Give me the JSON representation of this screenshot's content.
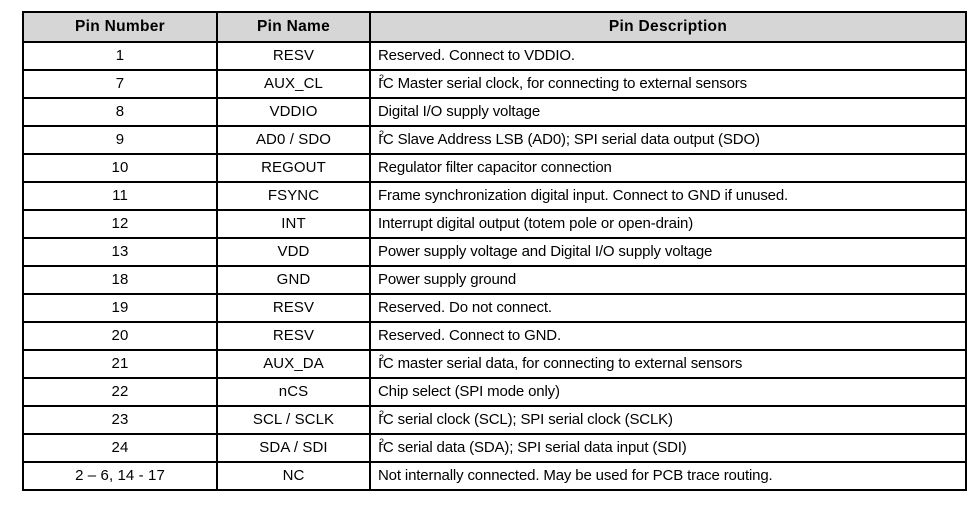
{
  "table": {
    "columns": [
      {
        "key": "number",
        "label": "Pin Number"
      },
      {
        "key": "name",
        "label": "Pin Name"
      },
      {
        "key": "description",
        "label": "Pin Description"
      }
    ],
    "header_background": "#d6d6d6",
    "border_color": "#000000",
    "rows": [
      {
        "number": "1",
        "name": "RESV",
        "description": "Reserved.  Connect to VDDIO.",
        "desc_pre": "",
        "desc_has_i2c": false,
        "desc_post": "Reserved.  Connect to VDDIO."
      },
      {
        "number": "7",
        "name": "AUX_CL",
        "description": "I2C Master serial clock, for connecting to external sensors",
        "desc_pre": "I",
        "desc_has_i2c": true,
        "desc_post": "C Master serial clock, for connecting to external sensors"
      },
      {
        "number": "8",
        "name": "VDDIO",
        "description": "Digital  I/O supply voltage",
        "desc_pre": "",
        "desc_has_i2c": false,
        "desc_post": "Digital  I/O supply voltage"
      },
      {
        "number": "9",
        "name": "AD0 / SDO",
        "description": "I2C Slave Address LSB (AD0); SPI serial data output (SDO)",
        "desc_pre": "I",
        "desc_has_i2c": true,
        "desc_post": "C Slave Address LSB (AD0); SPI serial data output (SDO)"
      },
      {
        "number": "10",
        "name": "REGOUT",
        "description": "Regulator filter capacitor connection",
        "desc_pre": "",
        "desc_has_i2c": false,
        "desc_post": "Regulator filter capacitor connection"
      },
      {
        "number": "11",
        "name": "FSYNC",
        "description": "Frame synchronization digital input. Connect to GND  if unused.",
        "desc_pre": "",
        "desc_has_i2c": false,
        "desc_post": "Frame synchronization digital input. Connect to GND  if unused."
      },
      {
        "number": "12",
        "name": "INT",
        "description": "Interrupt digital output (totem pole or open-drain)",
        "desc_pre": "",
        "desc_has_i2c": false,
        "desc_post": "Interrupt digital output (totem pole or open-drain)"
      },
      {
        "number": "13",
        "name": "VDD",
        "description": "Power supply voltage and Digital  I/O supply voltage",
        "desc_pre": "",
        "desc_has_i2c": false,
        "desc_post": "Power supply voltage and Digital  I/O supply voltage"
      },
      {
        "number": "18",
        "name": "GND",
        "description": "Power supply ground",
        "desc_pre": "",
        "desc_has_i2c": false,
        "desc_post": "Power supply ground"
      },
      {
        "number": "19",
        "name": "RESV",
        "description": "Reserved. Do not connect.",
        "desc_pre": "",
        "desc_has_i2c": false,
        "desc_post": "Reserved. Do not connect."
      },
      {
        "number": "20",
        "name": "RESV",
        "description": "Reserved. Connect to GND.",
        "desc_pre": "",
        "desc_has_i2c": false,
        "desc_post": "Reserved. Connect to GND."
      },
      {
        "number": "21",
        "name": "AUX_DA",
        "description": "I2C master serial data, for connecting to external sensors",
        "desc_pre": "I",
        "desc_has_i2c": true,
        "desc_post": "C master serial data, for connecting to external sensors"
      },
      {
        "number": "22",
        "name": "nCS",
        "description": "Chip select (SPI mode only)",
        "desc_pre": "",
        "desc_has_i2c": false,
        "desc_post": "Chip select (SPI mode only)"
      },
      {
        "number": "23",
        "name": "SCL / SCLK",
        "description": "I2C serial clock (SCL); SPI serial clock (SCLK)",
        "desc_pre": "I",
        "desc_has_i2c": true,
        "desc_post": "C serial clock (SCL); SPI serial clock (SCLK)"
      },
      {
        "number": "24",
        "name": "SDA / SDI",
        "description": "I2C serial data (SDA); SPI serial data input (SDI)",
        "desc_pre": "I",
        "desc_has_i2c": true,
        "desc_post": "C serial data (SDA); SPI serial data input (SDI)"
      },
      {
        "number": "2 – 6, 14 - 17",
        "name": "NC",
        "description": "Not internally connected. May be used for PCB  trace routing.",
        "desc_pre": "",
        "desc_has_i2c": false,
        "desc_post": "Not internally connected. May be used for PCB  trace routing."
      }
    ]
  }
}
